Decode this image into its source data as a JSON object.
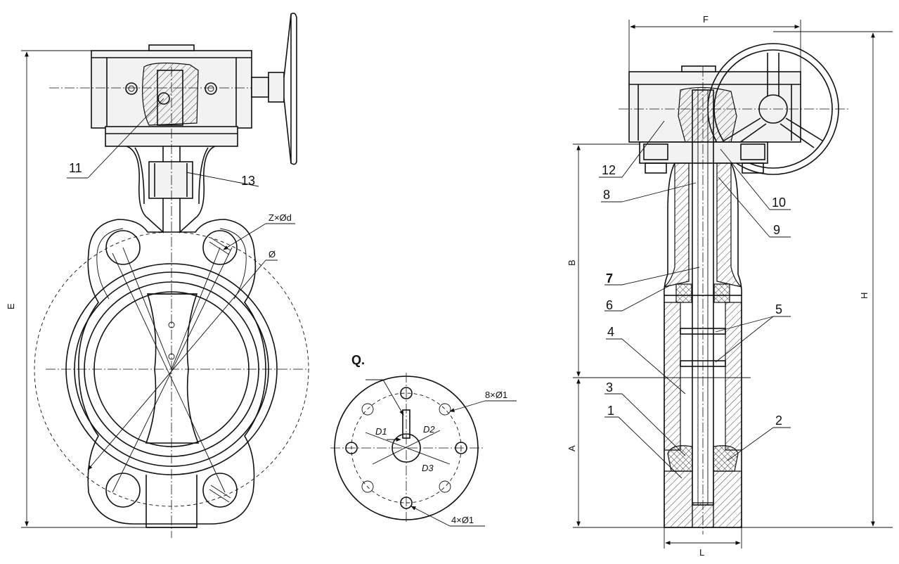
{
  "front_view": {
    "callouts": [
      "11",
      "13",
      "Z×Ød",
      "Ø"
    ],
    "dimensions": {
      "height": "E"
    }
  },
  "flange_view": {
    "callouts": [
      "Q.",
      "8×Ø1",
      "4×Ø1"
    ],
    "dimensions": [
      "D1",
      "D2",
      "D3"
    ]
  },
  "side_view": {
    "part_numbers": [
      "12",
      "8",
      "7",
      "6",
      "4",
      "3",
      "1",
      "10",
      "9",
      "5",
      "2"
    ],
    "dimensions": {
      "width_top": "F",
      "height_total": "H",
      "upper": "B",
      "lower": "A",
      "face_to_face": "L"
    }
  },
  "colors": {
    "line": "#111111",
    "background": "#ffffff"
  }
}
